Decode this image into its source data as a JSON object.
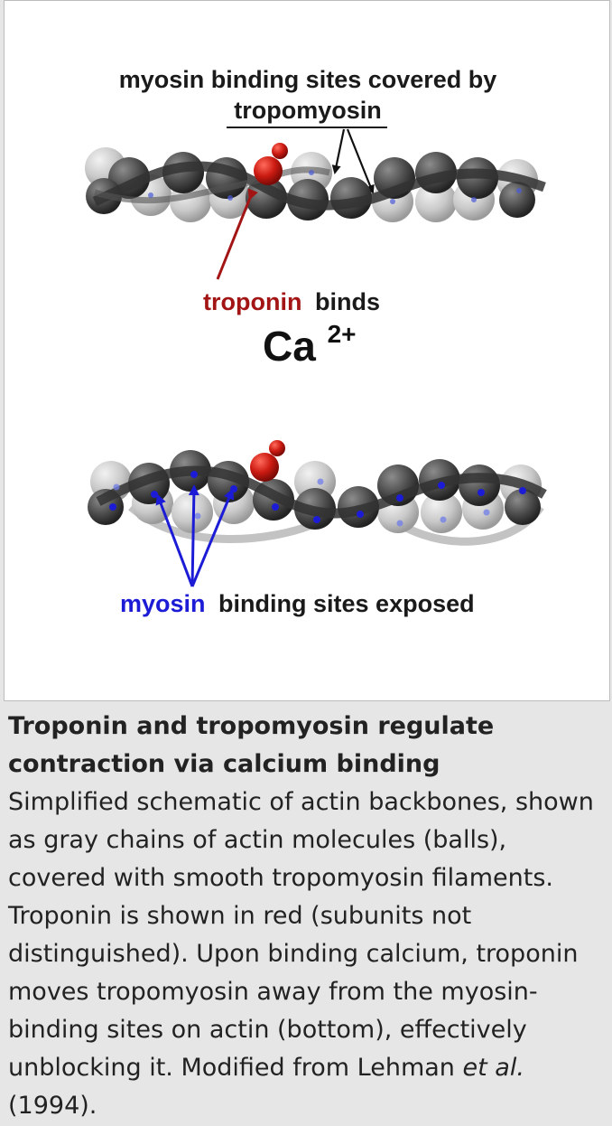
{
  "diagram": {
    "top_label_line1": "myosin binding sites covered by",
    "top_label_line2": "tropomyosin",
    "middle_label_troponin": "troponin",
    "middle_label_binds": "binds",
    "middle_label_ion_base": "Ca",
    "middle_label_ion_charge": "2+",
    "bottom_label_myosin": "myosin",
    "bottom_label_rest": "binding sites exposed",
    "colors": {
      "troponin": "#a31515",
      "myosin": "#1c1cd6",
      "actin_dark": "#4a4a4a",
      "actin_light": "#c9c9c9",
      "tropomyosin": "#3a3a3a"
    }
  },
  "caption": {
    "title": "Troponin and tropomyosin regulate contraction via calcium binding",
    "body_main": "Simplified schematic of actin backbones, shown as gray chains of actin molecules (balls), covered with smooth tropomyosin filaments. Troponin is shown in red (subunits not distinguished). Upon binding calcium, troponin moves tropomyosin away from the myosin-binding sites on actin (bottom), effectively unblocking it. Modified from Lehman",
    "body_italic": "et al.",
    "body_end": "(1994)."
  }
}
